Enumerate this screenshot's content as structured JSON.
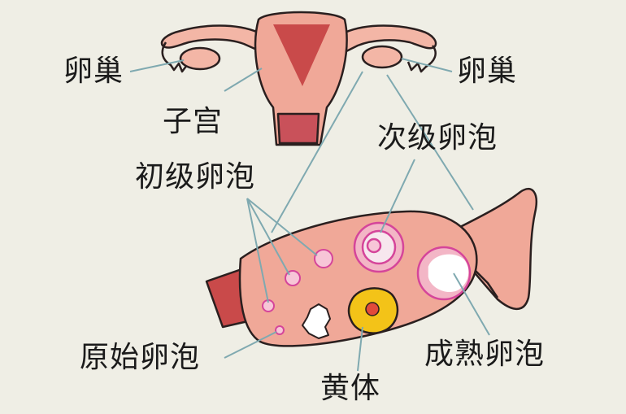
{
  "diagram": {
    "labels": {
      "ovary_left": "卵巢",
      "ovary_right": "卵巢",
      "uterus": "子宫",
      "primary_follicle": "初级卵泡",
      "secondary_follicle": "次级卵泡",
      "primordial_follicle": "原始卵泡",
      "corpus_luteum": "黄体",
      "mature_follicle": "成熟卵泡"
    },
    "colors": {
      "background": "#efeee5",
      "tissue": "#f0a898",
      "tissue_dark": "#c94a4a",
      "outline": "#2a1f1f",
      "leader_line": "#7fa9b0",
      "follicle_ring": "#d5459a",
      "corpus_luteum": "#f3c318"
    }
  }
}
